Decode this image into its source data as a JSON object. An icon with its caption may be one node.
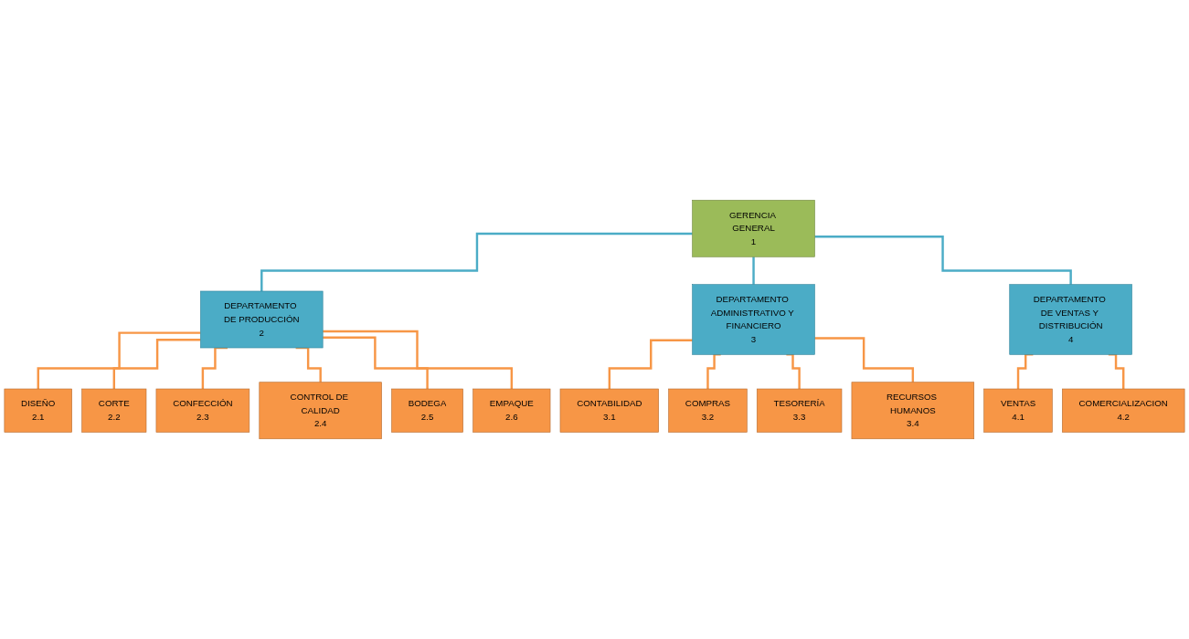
{
  "diagram": {
    "nodes": [
      {
        "text": [
          "GERENCIA GENERAL",
          "1"
        ]
      },
      {
        "text": [
          "DEPARTAMENTO DE PRODUCCIÓN",
          "2"
        ]
      },
      {
        "text": [
          "DEPARTAMENTO ADMINISTRATIVO Y FINANCIERO",
          "3"
        ]
      },
      {
        "text": [
          "DEPARTAMENTO DE VENTAS Y DISTRIBUCIÓN",
          "4"
        ]
      },
      {
        "text": [
          "DISEÑO",
          "2.1"
        ]
      },
      {
        "text": [
          "CORTE",
          "2.2"
        ]
      },
      {
        "text": [
          "CONFECCIÓN",
          "2.3"
        ]
      },
      {
        "text": [
          "CONTROL DE CALIDAD",
          "2.4"
        ]
      },
      {
        "text": [
          "BODEGA",
          "2.5"
        ]
      },
      {
        "text": [
          "EMPAQUE",
          "2.6"
        ]
      },
      {
        "text": [
          "CONTABILIDAD",
          "3.1"
        ]
      },
      {
        "text": [
          "COMPRAS",
          "3.2"
        ]
      },
      {
        "text": [
          "TESORERÍA",
          "3.3"
        ]
      },
      {
        "text": [
          "RECURSOS HUMANOS",
          "3.4"
        ]
      },
      {
        "text": [
          "VENTAS",
          "4.1"
        ]
      },
      {
        "text": [
          "COMERCIALIZACION",
          "4.2"
        ]
      }
    ],
    "edges": [
      {
        "from": 0,
        "to": 1,
        "arrow": "none",
        "color": "#4bacc6"
      },
      {
        "from": 0,
        "to": 2,
        "arrow": "none",
        "color": "#4bacc6"
      },
      {
        "from": 0,
        "to": 3,
        "arrow": "none",
        "color": "#4bacc6"
      },
      {
        "from": 1,
        "to": 4,
        "arrow": "none"
      },
      {
        "from": 1,
        "to": 5,
        "arrow": "none"
      },
      {
        "from": 1,
        "to": 6,
        "arrow": "none"
      },
      {
        "from": 1,
        "to": 7,
        "arrow": "none"
      },
      {
        "from": 1,
        "to": 8,
        "arrow": "none"
      },
      {
        "from": 1,
        "to": 9,
        "arrow": "none"
      },
      {
        "from": 2,
        "to": 10,
        "arrow": "none"
      },
      {
        "from": 2,
        "to": 11,
        "arrow": "none"
      },
      {
        "from": 2,
        "to": 12,
        "arrow": "none"
      },
      {
        "from": 2,
        "to": 13,
        "arrow": "none"
      },
      {
        "from": 3,
        "to": 14,
        "arrow": "none"
      },
      {
        "from": 3,
        "to": 15,
        "arrow": "none"
      }
    ]
  }
}
